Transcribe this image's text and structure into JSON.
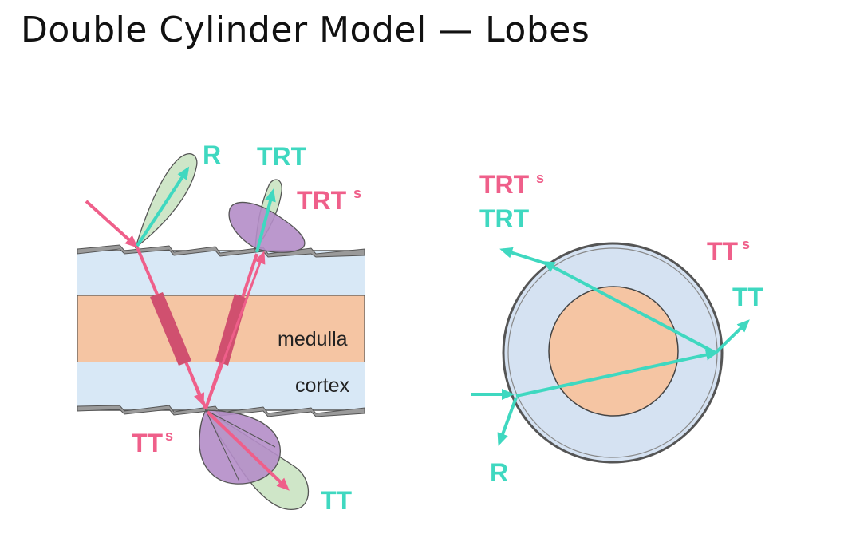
{
  "title": "Double Cylinder Model — Lobes",
  "colors": {
    "teal": "#3fd8c0",
    "pink": "#ef5f8a",
    "dark_pink": "#d0506f",
    "cortex": "#d8e8f6",
    "medulla": "#f5c5a3",
    "lobe_green": "#cfe6c8",
    "lobe_purple": "#b48dc8"
  },
  "side_view": {
    "layer_medulla": "medulla",
    "layer_cortex": "cortex",
    "labels": {
      "R": "R",
      "TRT": "TRT",
      "TRTs_main": "TRT",
      "TRTs_sup": "s",
      "TTs_main": "TT",
      "TTs_sup": "s",
      "TT": "TT"
    }
  },
  "cross_section": {
    "labels": {
      "TRTs_main": "TRT",
      "TRTs_sup": "s",
      "TRT": "TRT",
      "TTs_main": "TT",
      "TTs_sup": "s",
      "TT": "TT",
      "R": "R"
    }
  }
}
